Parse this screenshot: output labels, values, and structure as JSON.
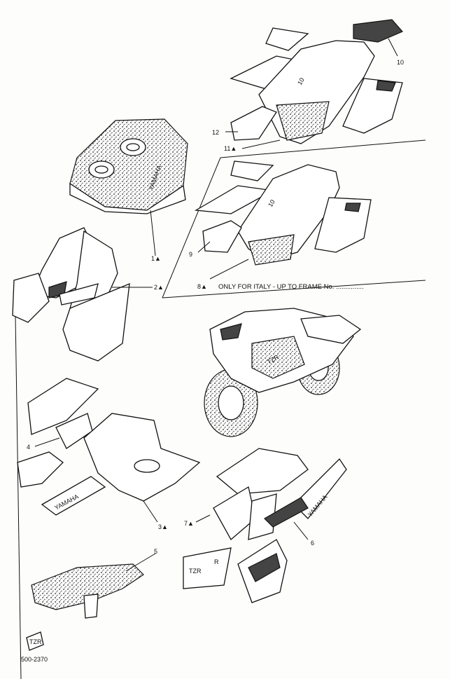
{
  "callouts": [
    {
      "id": "c10",
      "text": "10"
    },
    {
      "id": "c12",
      "text": "12"
    },
    {
      "id": "c11",
      "text": "11▲"
    },
    {
      "id": "c1",
      "text": "1▲"
    },
    {
      "id": "c2",
      "text": "2▲"
    },
    {
      "id": "c9",
      "text": "9"
    },
    {
      "id": "c8",
      "text": "8▲"
    },
    {
      "id": "c4",
      "text": "4"
    },
    {
      "id": "c3",
      "text": "3▲"
    },
    {
      "id": "c7",
      "text": "7▲"
    },
    {
      "id": "c6",
      "text": "6"
    },
    {
      "id": "c5",
      "text": "5"
    }
  ],
  "note": "ONLY FOR ITALY  -  UP TO FRAME No. ...............",
  "drawing_code": "500-2370",
  "decal_texts": {
    "tank_brand": "YAMAHA",
    "side_badge": "TZR",
    "side_badge_sub": "R",
    "rear_strip": "YAMAHA",
    "fairing_small": "TZR",
    "seat_decal": "TZR"
  },
  "colors": {
    "ink": "#111111",
    "paper": "#fdfdfb"
  }
}
